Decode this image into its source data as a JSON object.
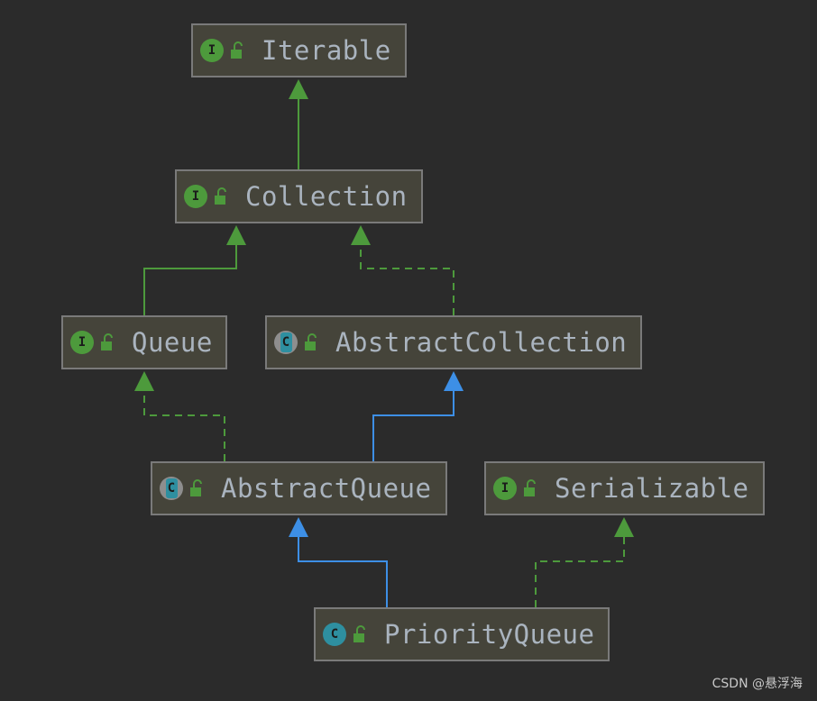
{
  "diagram": {
    "nodes": [
      {
        "id": "iterable",
        "label": "Iterable",
        "kind": "I",
        "kind_type": "interface"
      },
      {
        "id": "collection",
        "label": "Collection",
        "kind": "I",
        "kind_type": "interface"
      },
      {
        "id": "queue",
        "label": "Queue",
        "kind": "I",
        "kind_type": "interface"
      },
      {
        "id": "abstract-collection",
        "label": "AbstractCollection",
        "kind": "C",
        "kind_type": "abstract"
      },
      {
        "id": "abstract-queue",
        "label": "AbstractQueue",
        "kind": "C",
        "kind_type": "abstract"
      },
      {
        "id": "serializable",
        "label": "Serializable",
        "kind": "I",
        "kind_type": "interface"
      },
      {
        "id": "priority-queue",
        "label": "PriorityQueue",
        "kind": "C",
        "kind_type": "class"
      }
    ],
    "edges": [
      {
        "from": "collection",
        "to": "iterable",
        "type": "extends-interface",
        "style": "solid",
        "color": "#4d9a3c"
      },
      {
        "from": "queue",
        "to": "collection",
        "type": "extends-interface",
        "style": "solid",
        "color": "#4d9a3c"
      },
      {
        "from": "abstract-collection",
        "to": "collection",
        "type": "implements",
        "style": "dashed",
        "color": "#4d9a3c"
      },
      {
        "from": "abstract-queue",
        "to": "queue",
        "type": "implements",
        "style": "dashed",
        "color": "#4d9a3c"
      },
      {
        "from": "abstract-queue",
        "to": "abstract-collection",
        "type": "extends-class",
        "style": "solid",
        "color": "#3d8fe6"
      },
      {
        "from": "priority-queue",
        "to": "abstract-queue",
        "type": "extends-class",
        "style": "solid",
        "color": "#3d8fe6"
      },
      {
        "from": "priority-queue",
        "to": "serializable",
        "type": "implements",
        "style": "dashed",
        "color": "#4d9a3c"
      }
    ]
  },
  "colors": {
    "background": "#2b2b2b",
    "node_fill": "#45443a",
    "node_border": "#7a7a7a",
    "interface_badge": "#4d9a3c",
    "class_badge": "#2e8fa0",
    "label_text": "#aab4bf",
    "implements_arrow": "#4d9a3c",
    "extends_class_arrow": "#3d8fe6"
  },
  "watermark": "CSDN @悬浮海"
}
